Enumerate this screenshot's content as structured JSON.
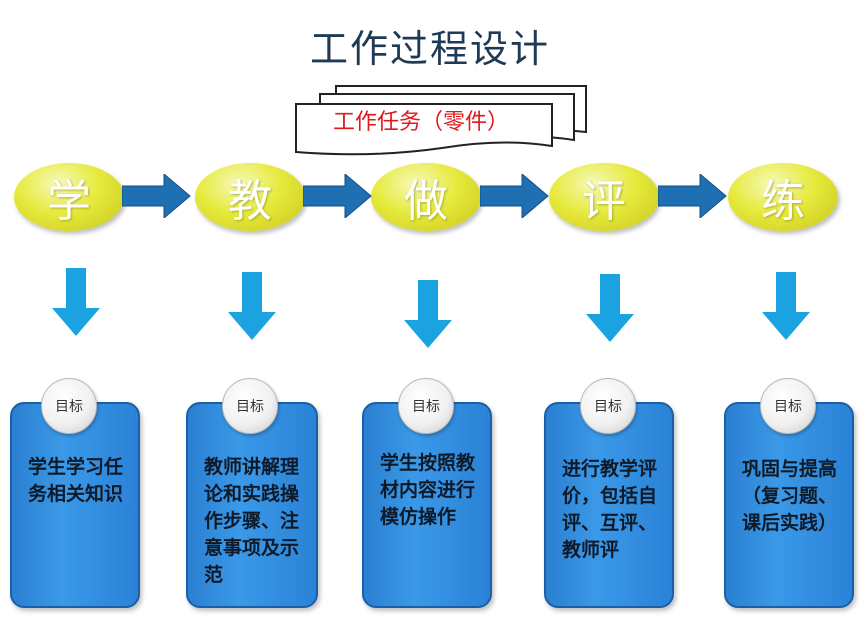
{
  "title": "工作过程设计",
  "task_label": "工作任务（零件）",
  "badge_label": "目标",
  "steps": [
    {
      "char": "学",
      "goal": "学生学习任务相关知识"
    },
    {
      "char": "教",
      "goal": "教师讲解理论和实践操作步骤、注意事项及示范"
    },
    {
      "char": "做",
      "goal": "学生按照教材内容进行模仿操作"
    },
    {
      "char": "评",
      "goal": "进行教学评价，包括自评、互评、教师评"
    },
    {
      "char": "练",
      "goal": "巩固与提高（复习题、课后实践）"
    }
  ],
  "colors": {
    "oval": "#e6ea3c",
    "arrow": "#1aa3e0",
    "box": "#3b99e8",
    "task_text": "#e0191f",
    "title": "#1f3a55"
  }
}
